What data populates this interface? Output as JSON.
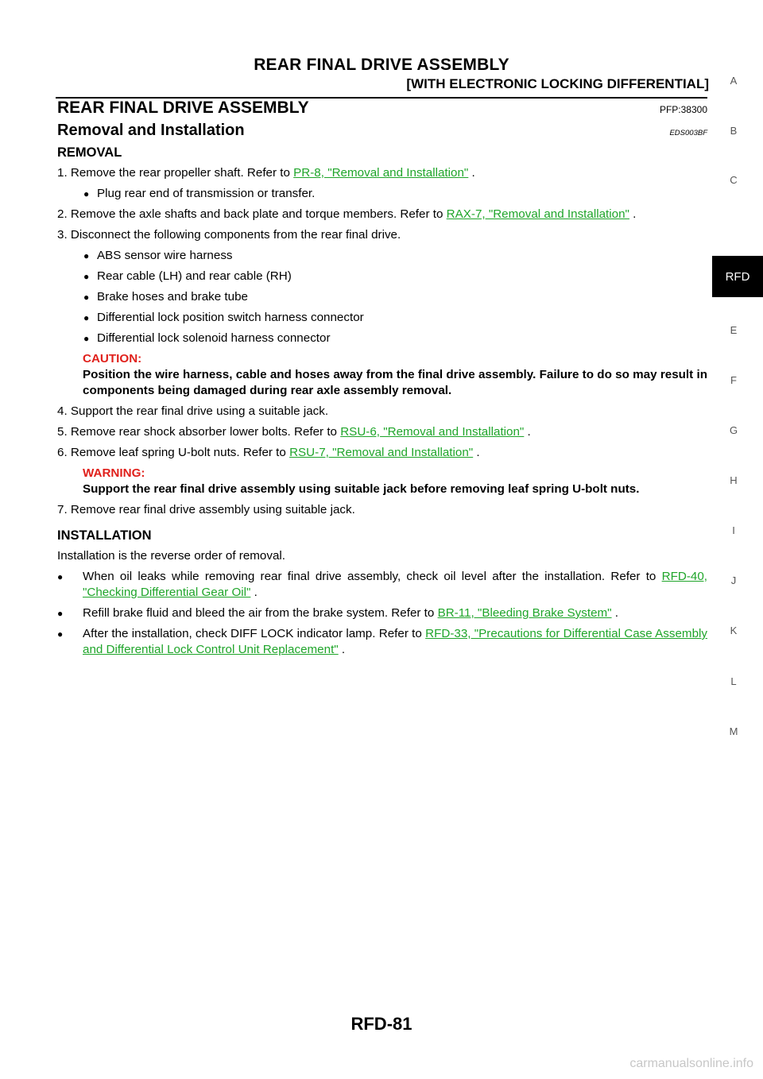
{
  "header": {
    "title": "REAR FINAL DRIVE ASSEMBLY",
    "subtitle": "[WITH ELECTRONIC LOCKING DIFFERENTIAL]"
  },
  "section": {
    "title": "REAR FINAL DRIVE ASSEMBLY",
    "code": "PFP:38300"
  },
  "subsection": {
    "title": "Removal and Installation",
    "code": "EDS003BF"
  },
  "removal": {
    "heading": "REMOVAL",
    "step1": {
      "pre": "1. Remove the rear propeller shaft. Refer to ",
      "link": "PR-8, \"Removal and Installation\"",
      "post": " ."
    },
    "step1_bullet": "Plug rear end of transmission or transfer.",
    "step2": {
      "pre": "2. Remove the axle shafts and back plate and torque members. Refer to ",
      "link": "RAX-7, \"Removal and Installation\"",
      "post": " ."
    },
    "step3": "3. Disconnect the following components from the rear final drive.",
    "step3_bullets": [
      "ABS sensor wire harness",
      "Rear cable (LH) and rear cable (RH)",
      "Brake hoses and brake tube",
      "Differential lock position switch harness connector",
      "Differential lock solenoid harness connector"
    ],
    "caution_label": "CAUTION:",
    "caution_text": "Position the wire harness, cable and hoses away from the final drive assembly. Failure to do so may result in components being damaged during rear axle assembly removal.",
    "step4": "4. Support the rear final drive using a suitable jack.",
    "step5": {
      "pre": "5. Remove rear shock absorber lower bolts. Refer to ",
      "link": "RSU-6, \"Removal and Installation\"",
      "post": " ."
    },
    "step6": {
      "pre": "6. Remove leaf spring U-bolt nuts. Refer to ",
      "link": "RSU-7, \"Removal and Installation\"",
      "post": " ."
    },
    "warning_label": "WARNING:",
    "warning_text": "Support the rear final drive assembly using suitable jack before removing leaf spring U-bolt nuts.",
    "step7": "7. Remove rear final drive assembly using suitable jack."
  },
  "installation": {
    "heading": "INSTALLATION",
    "intro": "Installation is the reverse order of removal.",
    "b1": {
      "pre": "When oil leaks while removing rear final drive assembly, check oil level after the installation. Refer to ",
      "link": "RFD-40, \"Checking Differential Gear Oil\"",
      "post": " ."
    },
    "b2": {
      "pre": "Refill brake fluid and bleed the air from the brake system. Refer to ",
      "link": "BR-11, \"Bleeding Brake System\"",
      "post": " ."
    },
    "b3": {
      "pre": "After the installation, check DIFF LOCK indicator lamp. Refer to ",
      "link": "RFD-33, \"Precautions for Differential Case Assembly and Differential Lock Control Unit Replacement\"",
      "post": " ."
    }
  },
  "side_index": {
    "letters": [
      "A",
      "B",
      "C",
      "E",
      "F",
      "G",
      "H",
      "I",
      "J",
      "K",
      "L",
      "M"
    ],
    "active_tab": "RFD"
  },
  "footer": {
    "page": "RFD-81"
  },
  "watermark": "carmanualsonline.info",
  "colors": {
    "link": "#1fa52a",
    "caution": "#e0201b",
    "tab_bg": "#000000"
  },
  "icons": {
    "bullet": "bullet-dot-icon"
  }
}
